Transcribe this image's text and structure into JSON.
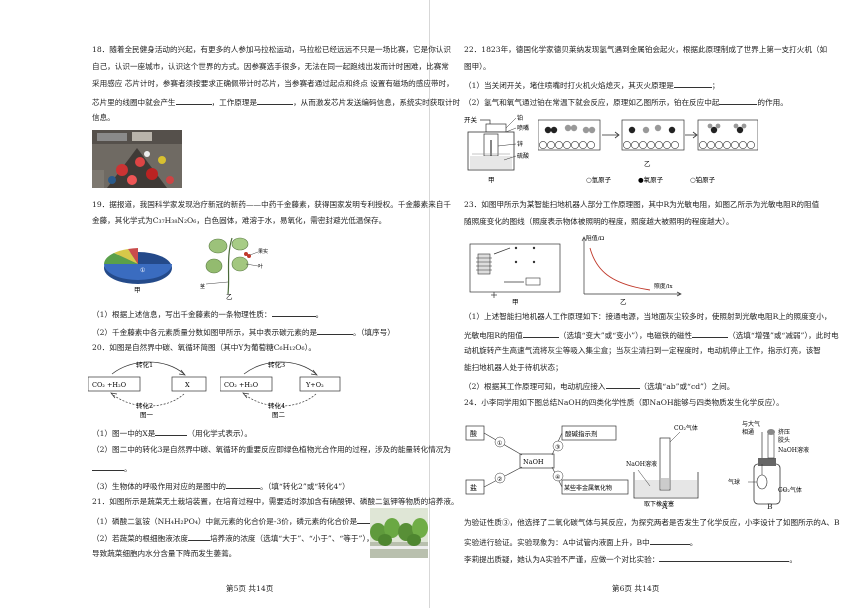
{
  "left": {
    "q18": {
      "l1": "18．随着全民健身活动的兴起，有更多的人参加马拉松运动，马拉松已经远远不只是一场比赛，它是你认识",
      "l2": "自己，认识一座城市，认识这个世界的方式。因参赛选手很多，无法在同一起跑线出发而计时困难，比赛常",
      "l3": "采用感应 芯片计时，参赛者须按要求正确佩带计时芯片，当参赛者通过起点和终点 设置有磁场的感应带时，",
      "l4a": "芯片里的线圈中就会产生",
      "l4b": "，工作原理是",
      "l4c": "，从而激发芯片发送编码信息，系统实时获取计时",
      "l5": "信息。"
    },
    "q19": {
      "l1": "19．据报道，我国科学家发现治疗新冠的新药——中药千金藤素，获得国家发明专利授权。千金藤素来自千",
      "l2": "金藤，其化学式为C₃₇H₃₈N₂O₆，白色固体，难溶于水，易氧化，需密封避光低温保存。",
      "pie_label": "①",
      "fig_jia": "甲",
      "fig_yi": "乙",
      "plant_labels": [
        "果实",
        "叶",
        "茎"
      ],
      "sub1a": "（1）根据上述信息，写出千金藤素的一条物理性质：",
      "sub1b": "。",
      "sub2a": "（2）千金藤素中各元素质量分数如图甲所示，其中表示碳元素的是",
      "sub2b": "。（填序号）"
    },
    "q20": {
      "intro": "20．如图是自然界中碳、氧循环简图（其中Y为葡萄糖C₆H₁₂O₆）。",
      "fig1": {
        "top": "转化1",
        "bottom": "转化2",
        "left": "CO₂ +H₂O",
        "right": "X",
        "caption": "图一"
      },
      "fig2": {
        "top": "转化3",
        "bottom": "转化4",
        "left": "CO₂ +H₂O",
        "right": "Y+O₂",
        "caption": "图二"
      },
      "sub1a": "（1）图一中的X是",
      "sub1b": "（用化学式表示）。",
      "sub2": "（2）图二中的转化3是自然界中碳、氧循环的重要反应即绿色植物光合作用的过程，涉及的能量转化情况为",
      "sub2b": "。",
      "sub3a": "（3）生物体的呼吸作用对应的是图中的",
      "sub3b": "。（填“转化2”或“转化4”）"
    },
    "q21": {
      "l1": "21．如图所示是蔬菜无土栽培装置，在培育过程中，需要适时添加含有硝酸钾、磷酸二氢钾等物质的培养液。",
      "l2a": "（1）磷酸二氢铵（NH₄H₂PO₄）中氮元素的化合价是-3价，磷元素的化合价是",
      "l2b": "。",
      "l3a": "（2）若蔬菜的根细胞液浓度",
      "l3b": "培养液的浓度（选填“大于”、“小于”、“等于”），会",
      "l4": "导致蔬菜细胞内水分含量下降而发生萎蔫。"
    },
    "footer": "第5页 共14页"
  },
  "right": {
    "q22": {
      "l1": "22．1823年，德国化学家德贝莱纳发现氢气遇到金属铂会起火，根据此原理制成了世界上第一支打火机（如",
      "l2": "图甲）。",
      "l3a": "（1）当关闭开关，堵住喷嘴时打火机火焰熄灭，其灭火原理是",
      "l3b": "；",
      "l4a": "（2）氢气和氧气通过铂在常温下就会反应，原理如乙图所示，铂在反应中起",
      "l4b": "的作用。",
      "labels": {
        "switch": "开关",
        "platinum": "铂",
        "nozzle": "喷嘴",
        "zinc": "锌",
        "acid": "硫酸",
        "jia": "甲",
        "yi": "乙"
      },
      "legend": {
        "h": "○氢原子",
        "o": "●氧原子",
        "pt": "○铂原子"
      }
    },
    "q23": {
      "l1": "23．如图甲所示为某智能扫地机器人部分工作原理图，其中R为光敏电阻，如图乙所示为光敏电阻R的阻值",
      "l2": "随照度变化的图线（照度表示物体被照明的程度，照度越大被照明的程度越大）。",
      "graph_y": "阻值/Ω",
      "graph_x": "照度/lx",
      "fig_jia": "甲",
      "fig_yi": "乙",
      "s1": "（1）上述智能扫地机器人工作原理如下：接通电源，当地面灰尘较多时，使照射到光敏电阻R上的照度变小，",
      "s2a": "光敏电阻R的阻值",
      "s2b": "（选填“变大”或“变小”），电磁铁的磁性",
      "s2c": "（选填“增强”或“减弱”），此时电",
      "s3": "动机旋转产生高速气流将灰尘等吸入集尘盒；当灰尘清扫到一定程度时，电动机停止工作，指示灯亮，该智",
      "s4": "能扫地机器人处于待机状态；",
      "s5a": "（2）根据其工作原理可知，电动机应接入",
      "s5b": "（选填“ab”或“cd”）之间。"
    },
    "q24": {
      "l1": "24．小李同学用如下图总结NaOH的四类化学性质（即NaOH能够与四类物质发生化学反应）。",
      "diagram": {
        "acid": "酸",
        "indicator": "酸碱指示剂",
        "center": "NaOH",
        "salt": "盐",
        "oxide": "某些非金属氧化物",
        "n1": "①",
        "n2": "②",
        "n3": "③",
        "n4": "④"
      },
      "appA": {
        "co2": "CO₂气体",
        "sol": "NaOH溶液",
        "cap": "取下橡皮塞",
        "label": "A"
      },
      "appB": {
        "air": "与大气",
        "conn": "相通",
        "squeeze": "挤压",
        "dropper": "胶头",
        "sol": "NaOH溶液",
        "balloon": "气球",
        "co2": "CO₂气体",
        "label": "B"
      },
      "s1": "为验证性质③，他选择了二氧化碳气体与其反应，为探究两者是否发生了化学反应，小李设计了如图所示的A、B",
      "s2a": "实验进行验证。实验现象为：A中试管内液面上升，B中",
      "s2b": "。",
      "s3a": "李莉提出质疑，她认为A实验不严谨，应做一个对比实验：",
      "s3b": "。"
    },
    "footer": "第6页 共14页"
  }
}
